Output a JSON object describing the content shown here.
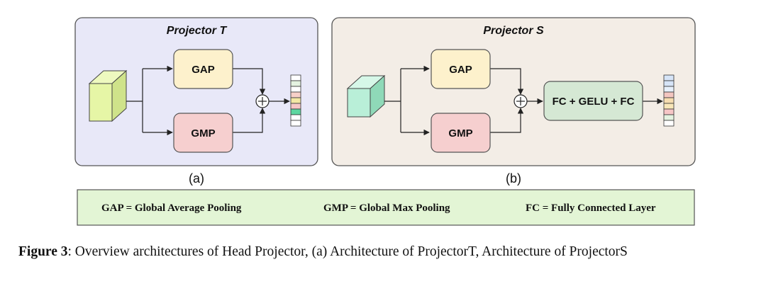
{
  "panel_a": {
    "title": "Projector T",
    "sublabel": "(a)",
    "gap_label": "GAP",
    "gmp_label": "GMP"
  },
  "panel_b": {
    "title": "Projector S",
    "sublabel": "(b)",
    "gap_label": "GAP",
    "gmp_label": "GMP",
    "fc_label": "FC + GELU + FC"
  },
  "legend": {
    "gap": "GAP = Global Average Pooling",
    "gmp": "GMP = Global Max Pooling",
    "fc": "FC = Fully Connected Layer"
  },
  "caption": {
    "label": "Figure 3",
    "text": ": Overview architectures of Head Projector, (a) Architecture of ProjectorT, Architecture of ProjectorS"
  },
  "colors": {
    "panel_a_bg": "#e8e8f8",
    "panel_b_bg": "#f3ede6",
    "gap_fill": "#fdf1cc",
    "gmp_fill": "#f6cfcf",
    "fc_fill": "#d5e8d4",
    "legend_fill": "#e3f5d5",
    "cube_a": "#e6f6a6",
    "cube_b": "#b9efd8"
  }
}
